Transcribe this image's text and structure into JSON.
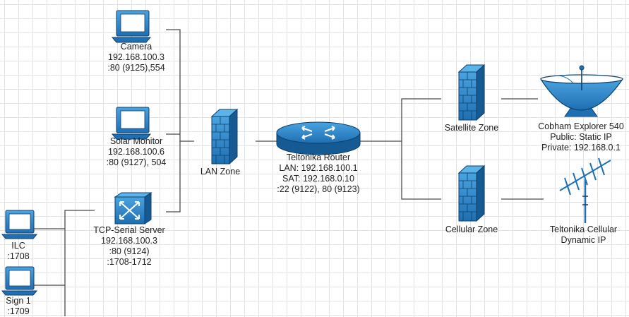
{
  "colors": {
    "device_blue": "#1f6fb2",
    "device_dark": "#0d3f6e",
    "line": "#4a4a4a",
    "screen": "#ffffff"
  },
  "nodes": {
    "camera": {
      "icon": "monitor-icon",
      "lines": [
        "Camera",
        "192.168.100.3",
        ":80 (9125),554"
      ]
    },
    "solar_monitor": {
      "icon": "monitor-icon",
      "lines": [
        "Solar Monitor",
        "192.168.100.6",
        ":80 (9127), 504"
      ]
    },
    "tcp_serial_server": {
      "icon": "serial-switch-icon",
      "lines": [
        "TCP-Serial Server",
        "192.168.100.3",
        ":80 (9124)",
        ":1708-1712"
      ]
    },
    "ilc": {
      "icon": "monitor-icon",
      "lines": [
        "ILC",
        ":1708"
      ]
    },
    "sign1": {
      "icon": "monitor-icon",
      "lines": [
        "Sign 1",
        ":1709"
      ]
    },
    "lan_zone": {
      "icon": "firewall-icon",
      "lines": [
        "LAN Zone"
      ]
    },
    "router": {
      "icon": "router-icon",
      "lines": [
        "Teltonika Router",
        "LAN: 192.168.100.1",
        "SAT: 192.168.0.10",
        ":22 (9122), 80 (9123)"
      ]
    },
    "satellite_zone": {
      "icon": "firewall-icon",
      "lines": [
        "Satellite Zone"
      ]
    },
    "cellular_zone": {
      "icon": "firewall-icon",
      "lines": [
        "Cellular Zone"
      ]
    },
    "cobham": {
      "icon": "satellite-dish-icon",
      "lines": [
        "Cobham Explorer 540",
        "Public: Static IP",
        "Private: 192.168.0.1"
      ]
    },
    "teltonika_cellular": {
      "icon": "antenna-icon",
      "lines": [
        "Teltonika Cellular",
        "Dynamic IP"
      ]
    }
  }
}
